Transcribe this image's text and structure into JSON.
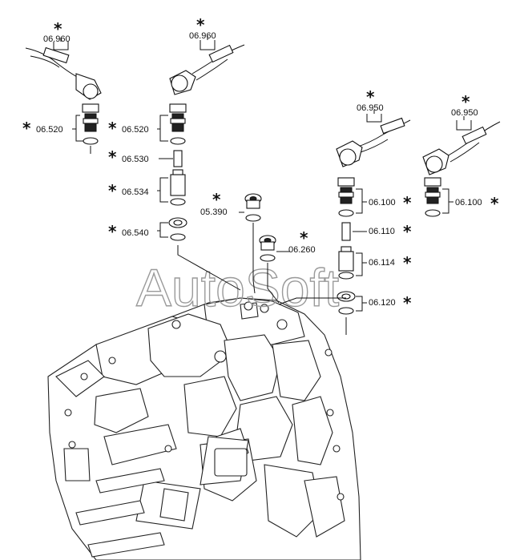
{
  "watermark": "AutoSoft",
  "marker": "*",
  "labels": {
    "c1_cable": "06.960",
    "c1_sensor": "06.520",
    "c2_cable": "06.960",
    "c2_sensor": "06.520",
    "c2_pin": "06.530",
    "c2_adapter": "06.534",
    "c2_seal": "06.540",
    "plug_a": "05.390",
    "plug_b": "06.260",
    "c3_cable": "06.950",
    "c3_sensor": "06.100",
    "c3_pin": "06.110",
    "c3_adapter": "06.114",
    "c3_seal": "06.120",
    "c4_cable": "06.950",
    "c4_sensor": "06.100"
  }
}
